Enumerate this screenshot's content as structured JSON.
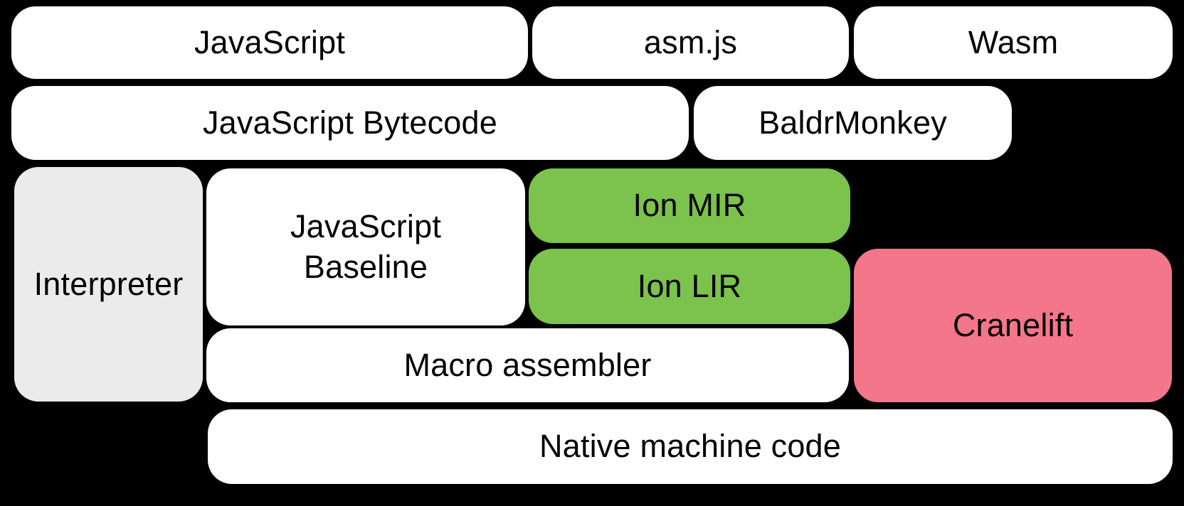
{
  "palette": {
    "background": "#000000",
    "box_white": "#FFFFFF",
    "box_gray": "#EBEBEB",
    "box_green": "#7BC34C",
    "box_pink": "#F4768A",
    "text": "#000000"
  },
  "boxes": {
    "javascript": {
      "label": "JavaScript"
    },
    "asmjs": {
      "label": "asm.js"
    },
    "wasm": {
      "label": "Wasm"
    },
    "bytecode": {
      "label": "JavaScript Bytecode"
    },
    "baldrmonkey": {
      "label": "BaldrMonkey"
    },
    "interpreter": {
      "label": "Interpreter"
    },
    "baseline": {
      "label": "JavaScript\nBaseline"
    },
    "ion_mir": {
      "label": "Ion MIR"
    },
    "ion_lir": {
      "label": "Ion LIR"
    },
    "cranelift": {
      "label": "Cranelift"
    },
    "macro_assembler": {
      "label": "Macro assembler"
    },
    "native": {
      "label": "Native machine code"
    }
  }
}
